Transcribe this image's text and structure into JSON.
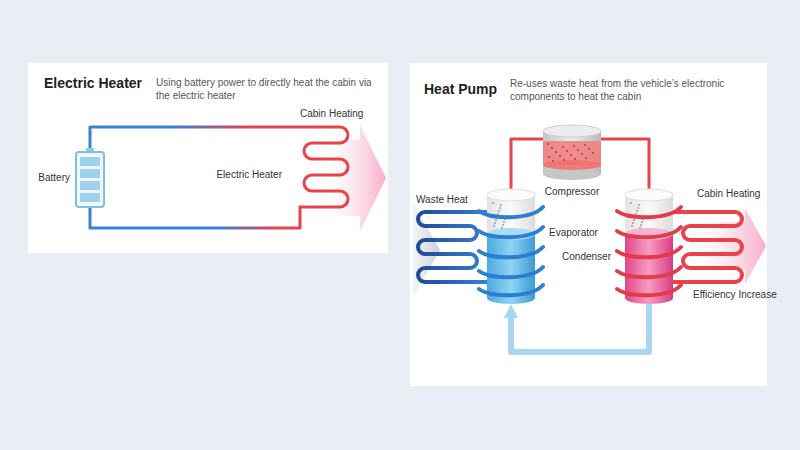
{
  "diagram": {
    "nodes": [
      {
        "text": [
          "Electric Heater",
          "Using battery power to directly heat the cabin via the electric heater"
        ]
      },
      {
        "text": [
          "Battery"
        ],
        "in": 0
      },
      {
        "text": [
          "Electric Heater"
        ],
        "in": 0
      },
      {
        "text": [
          "Heat Pump",
          "Re-uses waste heat from the vehicle’s electronic components to heat the cabin"
        ]
      },
      {
        "text": [
          "Compressor"
        ],
        "in": 3
      },
      {
        "text": [
          "Evaporator"
        ],
        "in": 3
      },
      {
        "text": [
          "Condenser"
        ],
        "in": 3
      }
    ],
    "edges": [
      {
        "from": 1,
        "to": 2,
        "arrow": "none"
      },
      {
        "from": 1,
        "to": 2,
        "arrow": "none"
      },
      {
        "from": 5,
        "to": 4,
        "arrow": "none"
      },
      {
        "from": 4,
        "to": 6,
        "arrow": "none"
      },
      {
        "from": 6,
        "to": 5,
        "arrow": "to"
      }
    ],
    "labels": [
      "Cabin Heating",
      "Waste Heat",
      "Cabin Heating",
      "Efficiency Increase"
    ]
  }
}
